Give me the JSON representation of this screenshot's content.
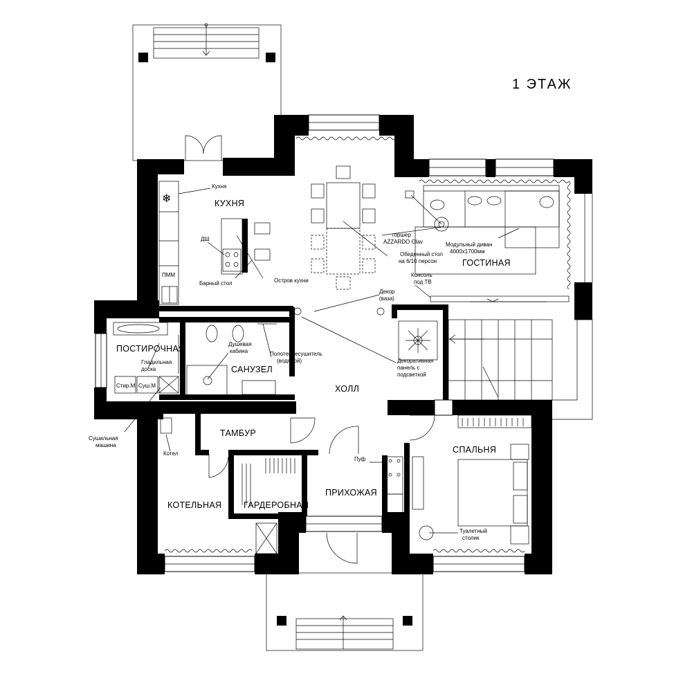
{
  "title": "1 ЭТАЖ",
  "rooms": {
    "kitchen": "КУХНЯ",
    "living": "ГОСТИНАЯ",
    "laundry": "ПОСТИРОЧНАЯ",
    "bathroom": "САНУЗЕЛ",
    "hall": "ХОЛЛ",
    "vestibule": "ТАМБУР",
    "bedroom": "СПАЛЬНЯ",
    "boiler": "КОТЕЛЬНАЯ",
    "wardrobe": "ГАРДЕРОБНАЯ",
    "entry": "ПРИХОЖАЯ"
  },
  "notes": {
    "kitchen_unit": "Кухня",
    "dishwasher": "ДШ",
    "pmm": "ПММ",
    "bar_table": "Барный стол",
    "island": "Остров кухни",
    "floor_lamp_1": "торшер",
    "floor_lamp_2": "AZZARDO Olav",
    "dining_1": "Обеденный стол",
    "dining_2": "на 6/10 персон",
    "sofa_1": "Модульный диван",
    "sofa_2": "4000х1700мм",
    "console_1": "Консоль",
    "console_2": "под ТВ",
    "decor_1": "Декор",
    "decor_2": "(ваза)",
    "shower_1": "Душевая",
    "shower_2": "кабина",
    "towel_1": "Полотенцесушитель",
    "towel_2": "(водяной)",
    "panel_1": "Декоративная",
    "panel_2": "панель с",
    "panel_3": "подсветкой",
    "ironing_1": "Гладильная",
    "ironing_2": "доска",
    "washer": "Стир.М",
    "dryer": "Суш.М",
    "dryer_note_1": "Сушильная",
    "dryer_note_2": "машина",
    "boiler_unit": "Котел",
    "pouf": "Пуф",
    "vanity_1": "Туалетный",
    "vanity_2": "столик"
  },
  "icons": {
    "fridge": "snowflake-icon",
    "plant": "plant-icon",
    "stair_arrow": "arrow-left-icon"
  }
}
